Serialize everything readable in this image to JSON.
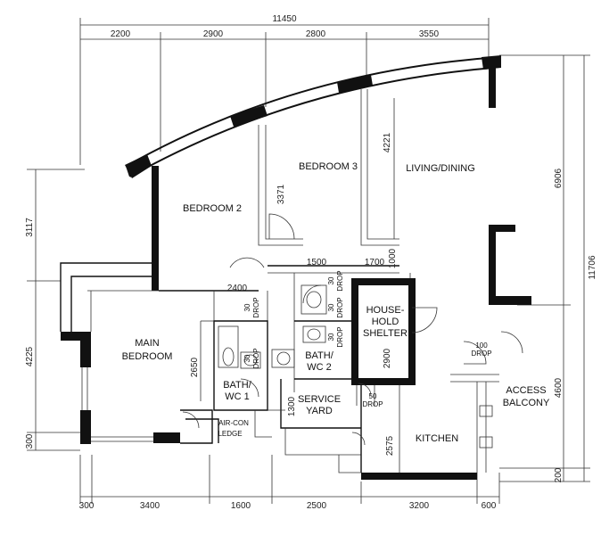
{
  "dimensions": {
    "overall_width": "11450",
    "top": [
      "2200",
      "2900",
      "2800",
      "3550"
    ],
    "bottom": [
      "300",
      "3400",
      "1600",
      "2500",
      "3200",
      "600"
    ],
    "right_outer": "11706",
    "right_upper": "6906",
    "right_lower": "4600",
    "right_bottom": "200",
    "left_upper": "3117",
    "left_middle": "4225",
    "left_bottom": "300",
    "d_3371": "3371",
    "d_4221": "4221",
    "d_1000": "1000",
    "d_1500": "1500",
    "d_1700": "1700",
    "d_2400": "2400",
    "d_2650": "2650",
    "d_2900": "2900",
    "d_1300": "1300",
    "d_2575": "2575"
  },
  "rooms": {
    "bedroom2": "BEDROOM 2",
    "bedroom3": "BEDROOM 3",
    "living": "LIVING/DINING",
    "main_bedroom_1": "MAIN",
    "main_bedroom_2": "BEDROOM",
    "household_1": "HOUSE-",
    "household_2": "HOLD",
    "household_3": "SHELTER",
    "bath1_1": "BATH/",
    "bath1_2": "WC 1",
    "bath2_1": "BATH/",
    "bath2_2": "WC 2",
    "service_1": "SERVICE",
    "service_2": "YARD",
    "kitchen": "KITCHEN",
    "access_1": "ACCESS",
    "access_2": "BALCONY",
    "aircon_1": "AIR-CON",
    "aircon_2": "LEDGE"
  },
  "drops": {
    "d30_a": "30",
    "drop_a": "DROP",
    "d30_b": "30",
    "drop_b": "DROP",
    "d30_c": "30",
    "drop_c": "DROP",
    "d30_d": "30",
    "drop_d": "DROP",
    "d30_e": "30",
    "drop_e": "DROP",
    "d50": "50",
    "drop_f": "DROP",
    "d100": "100",
    "drop_g": "DROP"
  }
}
